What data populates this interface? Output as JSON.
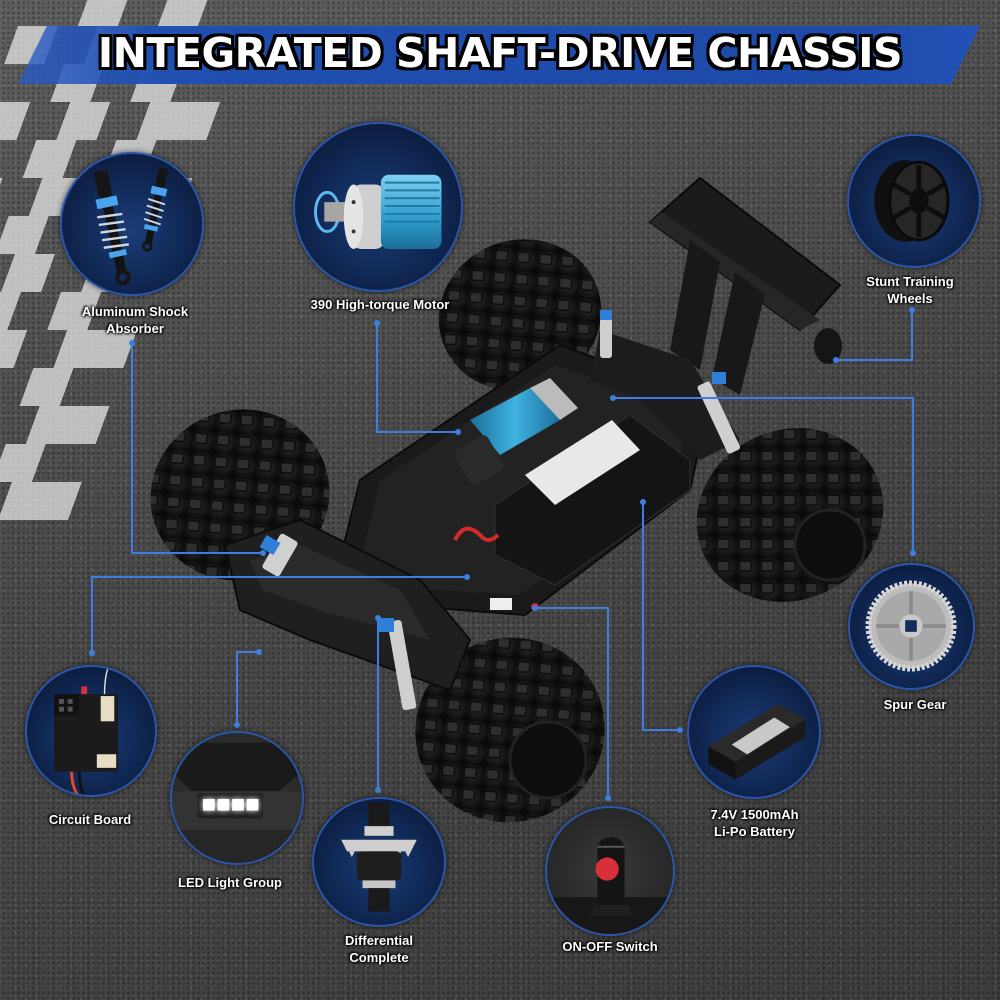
{
  "banner": {
    "title": "INTEGRATED SHAFT-DRIVE CHASSIS",
    "color": "#1f4fb0"
  },
  "colors": {
    "callout_line": "#3d7fe0",
    "circle_fill": "#112a58",
    "circle_border": "#2a55a8",
    "accent_blue": "#2fa6d9",
    "switch_red": "#d8303a"
  },
  "features": [
    {
      "id": "aluminum-shock-absorber",
      "icon": "shock-absorber-icon",
      "label_line1": "Aluminum Shock",
      "label_line2": "Absorber"
    },
    {
      "id": "high-torque-motor",
      "icon": "motor-icon",
      "label_line1": "390 High-torque Motor",
      "label_line2": ""
    },
    {
      "id": "stunt-training-wheels",
      "icon": "training-wheel-icon",
      "label_line1": "Stunt Training",
      "label_line2": "Wheels"
    },
    {
      "id": "spur-gear",
      "icon": "spur-gear-icon",
      "label_line1": "Spur Gear",
      "label_line2": ""
    },
    {
      "id": "lipo-battery",
      "icon": "battery-icon",
      "label_line1": "7.4V 1500mAh",
      "label_line2": "Li-Po Battery"
    },
    {
      "id": "on-off-switch",
      "icon": "power-switch-icon",
      "label_line1": "ON-OFF Switch",
      "label_line2": ""
    },
    {
      "id": "differential-complete",
      "icon": "differential-icon",
      "label_line1": "Differential",
      "label_line2": "Complete"
    },
    {
      "id": "led-light-group",
      "icon": "led-light-icon",
      "label_line1": "LED Light Group",
      "label_line2": ""
    },
    {
      "id": "circuit-board",
      "icon": "circuit-board-icon",
      "label_line1": "Circuit Board",
      "label_line2": ""
    }
  ]
}
